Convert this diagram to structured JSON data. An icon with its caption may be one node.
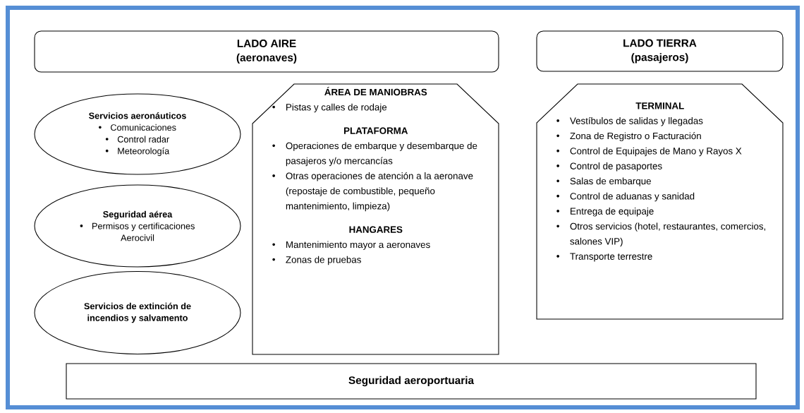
{
  "diagram": {
    "nodes": [
      {
        "text": [
          "LADO AIRE",
          "(aeronaves)"
        ]
      },
      {
        "text": [
          "LADO TIERRA",
          "(pasajeros)"
        ]
      },
      {
        "text": [
          "Servicios aeronáuticos",
          "Comunicaciones",
          "Control radar",
          "Meteorología"
        ]
      },
      {
        "text": [
          "Seguridad aérea",
          "Permisos y certificaciones Aerocivil"
        ]
      },
      {
        "text": [
          "Servicios de extinción de incendios y salvamento"
        ]
      },
      {
        "text": [
          "ÁREA DE MANIOBRAS",
          "Pistas y calles de rodaje",
          "PLATAFORMA",
          "Operaciones de embarque y desembarque de pasajeros y/o mercancías",
          "Otras operaciones de atención a la aeronave (repostaje de combustible, pequeño mantenimiento, limpieza)",
          "HANGARES",
          "Mantenimiento mayor a aeronaves",
          "Zonas de pruebas"
        ]
      },
      {
        "text": [
          "TERMINAL",
          "Vestíbulos de salidas y llegadas",
          "Zona de Registro o Facturación",
          "Control de Equipajes de Mano y Rayos X",
          "Control de pasaportes",
          "Salas de embarque",
          "Control de aduanas y sanidad",
          "Entrega de equipaje",
          "Otros servicios (hotel, restaurantes, comercios, salones VIP)",
          "Transporte terrestre"
        ]
      },
      {
        "text": [
          "Seguridad aeroportuaria"
        ]
      }
    ]
  }
}
